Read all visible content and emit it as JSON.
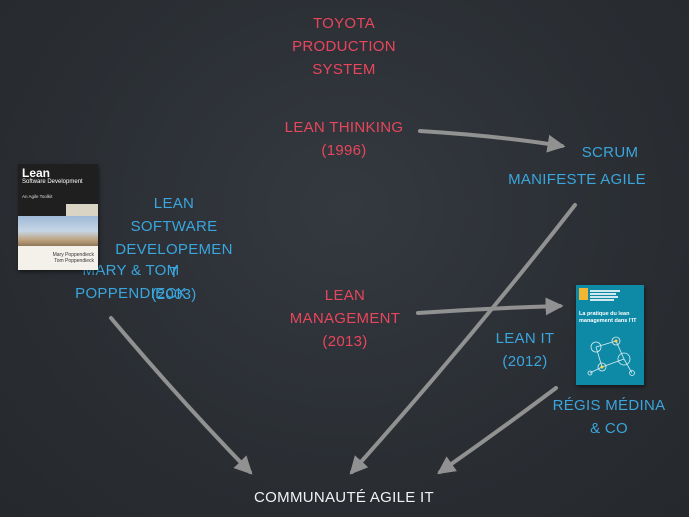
{
  "nodes": {
    "tps": "TOYOTA\nPRODUCTION\nSYSTEM",
    "lean_thinking": "LEAN THINKING\n(1996)",
    "scrum": "SCRUM",
    "manifeste": "MANIFESTE AGILE",
    "lean_software": "LEAN\nSOFTWARE\nDEVELOPEMEN\nT",
    "poppendieck": "MARY & TOM\nPOPPENDIECK",
    "year_2003": "(2003)",
    "lean_management": "LEAN\nMANAGEMENT\n(2013)",
    "lean_it": "LEAN IT\n(2012)",
    "regis": "RÉGIS MÉDINA\n& CO",
    "communaute": "COMMUNAUTÉ AGILE IT"
  },
  "books": {
    "book1": {
      "title": "Lean",
      "subtitle": "Software Development",
      "tagline": "An Agile Toolkit",
      "authors": "Mary Poppendieck\nTom Poppendieck"
    },
    "book2": {
      "title": "La pratique du lean management dans l'IT"
    }
  },
  "colors": {
    "red": "#e8465b",
    "blue": "#3aa6dd",
    "white": "#f2f2f2",
    "background": "#2b2f34",
    "arrow": "#9a9a9a"
  }
}
